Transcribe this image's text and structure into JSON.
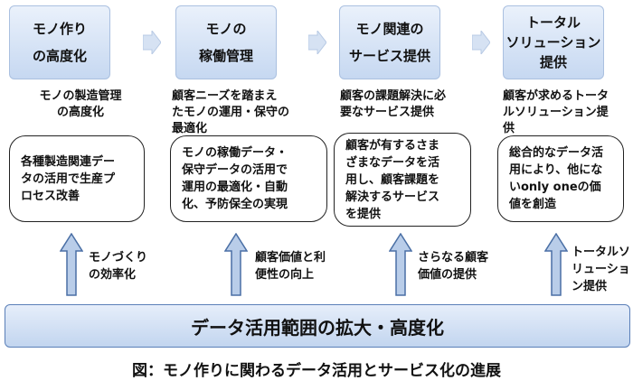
{
  "stages": [
    {
      "title": "モノ作り\nの高度化"
    },
    {
      "title": "モノの\n稼働管理"
    },
    {
      "title": "モノ関連の\nサービス提供"
    },
    {
      "title": "トータル\nソリューション\n提供"
    }
  ],
  "descriptions": [
    "モノの製造管理\nの高度化",
    "顧客ニーズを踏まえ\nたモノの運用・保守の\n最適化",
    "顧客の課題解決に必\n要なサービス提供",
    "顧客が求めるトータ\nルソリューション提\n供"
  ],
  "bubbles": [
    "各種製造関連デー\nタの活用で生産プ\nロセス改善",
    "モノの稼働データ・\n保守データの活用で\n運用の最適化・自動\n化、予防保全の実現",
    "顧客が有するさま\nざまなデータを活\n用し、顧客課題を\n解決するサービス\nを提供",
    "総合的なデータ活\n用により、他にな\nいonly oneの価\n値を創造"
  ],
  "arrow_labels": [
    "モノづくり\nの効率化",
    "顧客価値と利\n便性の向上",
    "さらなる顧客\n価値の提供",
    "トータルソ\nリューショ\nン提供"
  ],
  "bottom_bar": "データ活用範囲の拡大・高度化",
  "caption": "図：モノ作りに関わるデータ活用とサービス化の進展",
  "colors": {
    "box_fill": "#c6d8f1",
    "arrow_fill": "#b9cde9",
    "arrow_stroke": "#4a6fa5"
  }
}
